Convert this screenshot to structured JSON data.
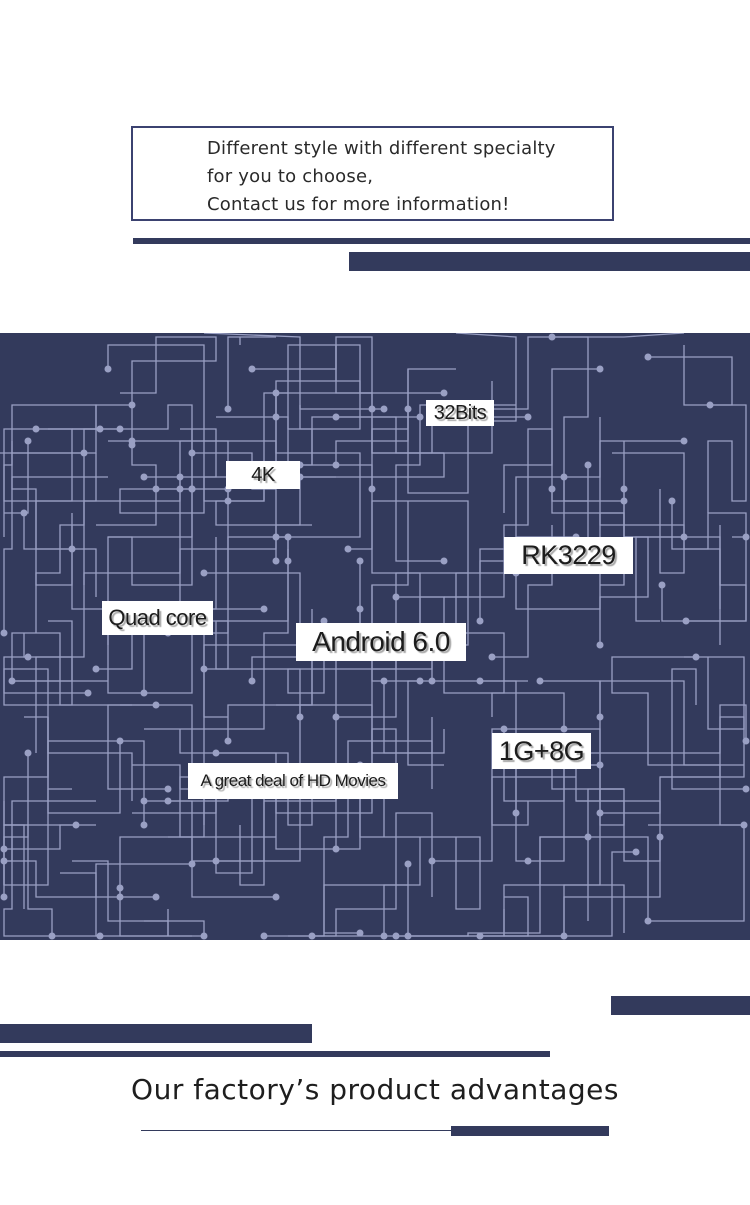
{
  "intro": {
    "lines": [
      "Different style with different specialty",
      "for you to choose,",
      "Contact us for more information!"
    ]
  },
  "tags": {
    "bits": "32Bits",
    "resolution": "4K",
    "chip": "RK3229",
    "cpu": "Quad core",
    "os": "Android 6.0",
    "memory": "1G+8G",
    "movies": "A great deal of HD Movies"
  },
  "footer": {
    "title": "Our factory’s product advantages"
  },
  "colors": {
    "navy": "#333a5c",
    "circuit_line": "#9aa0c4",
    "white": "#ffffff"
  }
}
